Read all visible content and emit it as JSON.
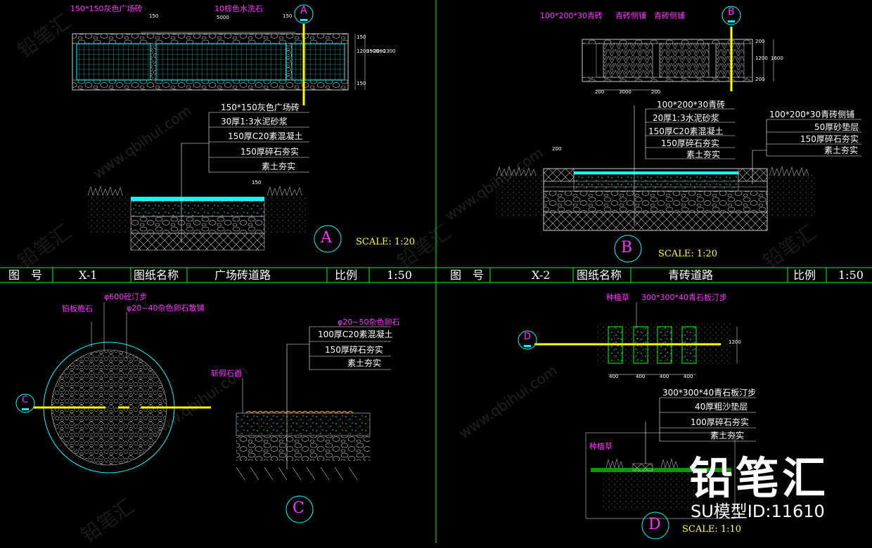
{
  "title_block": {
    "left": {
      "drawing_no_label": "图　号",
      "drawing_no": "X-1",
      "name_label": "图纸名称",
      "name": "广场砖道路",
      "scale_label": "比例",
      "scale": "1:50"
    },
    "right": {
      "drawing_no_label": "图　号",
      "drawing_no": "X-2",
      "name_label": "图纸名称",
      "name": "青砖道路",
      "scale_label": "比例",
      "scale": "1:50"
    }
  },
  "detail_a": {
    "marker": "A",
    "plan_labels": {
      "tile": "150*150灰色广场砖",
      "stone": "10棕色水洗石"
    },
    "dims": {
      "d1": "150",
      "d2": "5000",
      "d3": "150",
      "v1": "1200~2000",
      "v2": "1500~2300",
      "v3": "150",
      "v4": "150",
      "w": "150"
    },
    "layers": [
      "150*150灰色广场砖",
      "30厚1:3水泥砂浆",
      "150厚C20素混凝土",
      "150厚碎石夯实",
      "素土夯实"
    ],
    "scale": "SCALE: 1:20"
  },
  "detail_b": {
    "marker": "B",
    "plan_labels": {
      "brick": "100*200*30青砖",
      "edge1": "青砖侧铺",
      "edge2": "青砖侧铺"
    },
    "dims": {
      "d1": "200",
      "d2": "3000",
      "d3": "200",
      "v1": "1200",
      "v2": "1600",
      "v3": "200",
      "v4": "200",
      "w": "200"
    },
    "layers_left": [
      "100*200*30青砖",
      "20厚1:3水泥砂浆",
      "150厚C20素混凝土",
      "150厚碎石夯实",
      "素土夯实"
    ],
    "layers_right": [
      "100*200*30青砖侧铺",
      "50厚砂垫层",
      "150厚碎石夯实",
      "素土夯实"
    ],
    "scale": "SCALE: 1:20"
  },
  "detail_c": {
    "marker": "C",
    "plan_labels": {
      "edge": "铅板檐石",
      "step": "φ600砼汀步",
      "pebble": "φ20~40杂色卵石散铺"
    },
    "layers": [
      "φ20~50杂色卵石",
      "100厚C20素混凝土",
      "150厚碎石夯实",
      "素土夯实"
    ],
    "section_label": "斩假石面"
  },
  "detail_d": {
    "marker": "D",
    "plan_labels": {
      "grass": "种植草",
      "slab": "300*300*40青石板汀步"
    },
    "dims": {
      "v": "1200",
      "h1": "400",
      "h2": "400",
      "h3": "400",
      "h4": "400"
    },
    "layers": [
      "300*300*40青石板汀步",
      "40厚粗沙垫层",
      "100厚碎石夯实",
      "素土夯实"
    ],
    "section_label": "种植草",
    "scale": "SCALE: 1:10"
  },
  "watermark": {
    "brand": "铅笔汇",
    "model_id": "SU模型ID:11610",
    "tile_site": "www.qbihui.com",
    "tile_brand": "铅笔汇"
  },
  "colors": {
    "background": "#000000",
    "frame": "#00ff00",
    "cyan": "#00ffff",
    "magenta": "#ff33ff",
    "yellow": "#ffff00",
    "white": "#ffffff"
  }
}
